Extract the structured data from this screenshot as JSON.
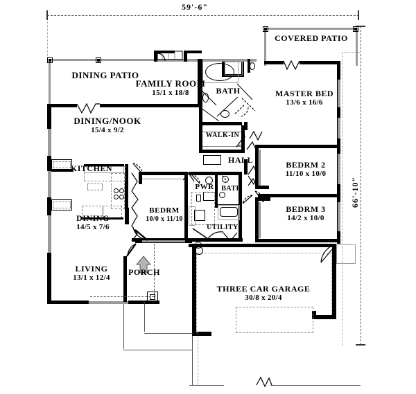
{
  "plan": {
    "title": "residential-floor-plan-first-floor",
    "dimensions": {
      "overall_width": "59'-6\"",
      "overall_depth": "66'-10\""
    },
    "rooms": [
      {
        "id": "dining-patio",
        "name": "DINING  PATIO",
        "dim": ""
      },
      {
        "id": "covered-patio",
        "name": "COVERED  PATIO",
        "dim": ""
      },
      {
        "id": "family-room",
        "name": "FAMILY  ROOM",
        "dim": "15/1  x  18/8"
      },
      {
        "id": "dining-nook",
        "name": "DINING/NOOK",
        "dim": "15/4  x  9/2"
      },
      {
        "id": "kitchen",
        "name": "KITCHEN",
        "dim": ""
      },
      {
        "id": "dining",
        "name": "DINING",
        "dim": "14/5  x  7/6"
      },
      {
        "id": "living",
        "name": "LIVING",
        "dim": "13/1  x  12/4"
      },
      {
        "id": "porch",
        "name": "PORCH",
        "dim": ""
      },
      {
        "id": "master-bath",
        "name": "BATH",
        "dim": ""
      },
      {
        "id": "walk-in-closet",
        "name": "WALK-IN",
        "dim": ""
      },
      {
        "id": "hall",
        "name": "HALL",
        "dim": ""
      },
      {
        "id": "master-bed",
        "name": "MASTER  BED",
        "dim": "13/6  x  16/6"
      },
      {
        "id": "bedroom-2",
        "name": "BEDRM  2",
        "dim": "11/10  x  10/0"
      },
      {
        "id": "bedroom-3",
        "name": "BEDRM  3",
        "dim": "14/2  x  10/0"
      },
      {
        "id": "bedroom-4",
        "name": "BEDRM",
        "dim": "10/0  x  11/10"
      },
      {
        "id": "powder-room",
        "name": "PWR",
        "dim": ""
      },
      {
        "id": "hall-bath",
        "name": "BATH",
        "dim": ""
      },
      {
        "id": "utility",
        "name": "UTILITY",
        "dim": ""
      },
      {
        "id": "garage",
        "name": "THREE  CAR  GARAGE",
        "dim": "30/8  x  20/4"
      }
    ],
    "colors": {
      "wall": "#000000",
      "hatch": "#9a9a9a",
      "dimension_line": "#555555",
      "background": "#ffffff"
    }
  }
}
